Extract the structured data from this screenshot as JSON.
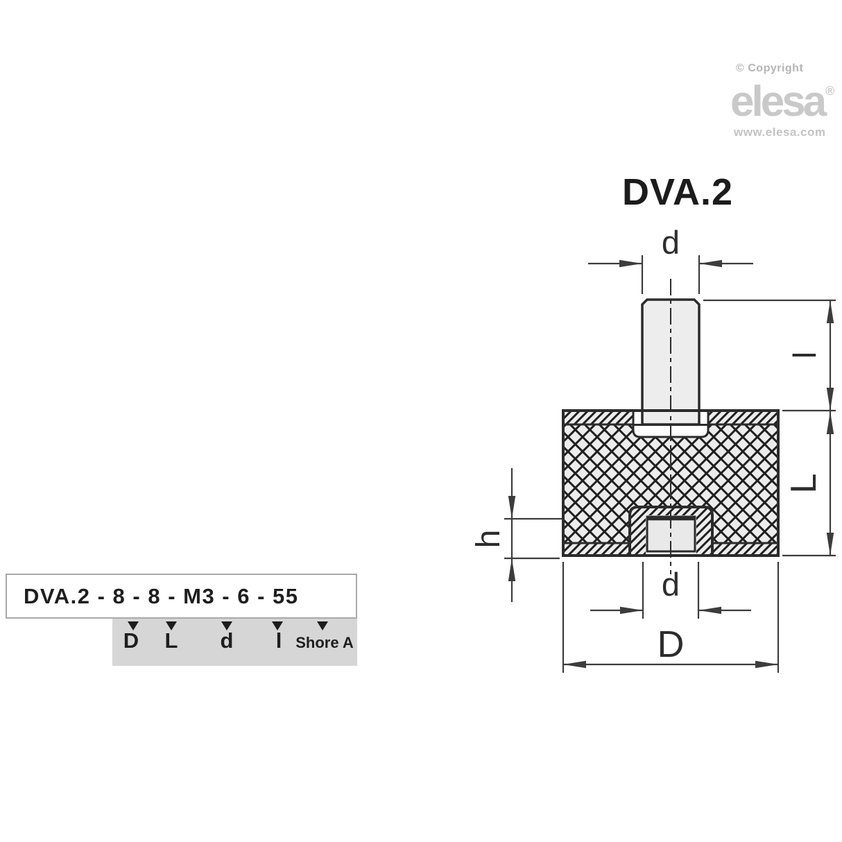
{
  "branding": {
    "copyright": "© Copyright",
    "logo": "elesa",
    "registered": "®",
    "website": "www.elesa.com"
  },
  "drawing": {
    "title": "DVA.2",
    "dim_labels": {
      "stud_diameter": "d",
      "stud_length": "l",
      "body_height": "L",
      "insert_depth": "h",
      "insert_diameter": "d",
      "body_diameter": "D"
    }
  },
  "order_code": {
    "code": "DVA.2 - 8 - 8 - M3 - 6 - 55",
    "legend": {
      "body_diameter": "D",
      "body_height": "L",
      "thread": "d",
      "stud_length": "l",
      "hardness": "Shore A"
    }
  },
  "colors": {
    "outline": "#2b2b2b",
    "dimension_line": "#3c3c3c",
    "part_fill": "#ececec",
    "hatch": "#1f1f1f",
    "logo_gray": "#c9c9c9",
    "legend_bg": "#d6d6d6",
    "code_border": "#a9a9a9"
  }
}
